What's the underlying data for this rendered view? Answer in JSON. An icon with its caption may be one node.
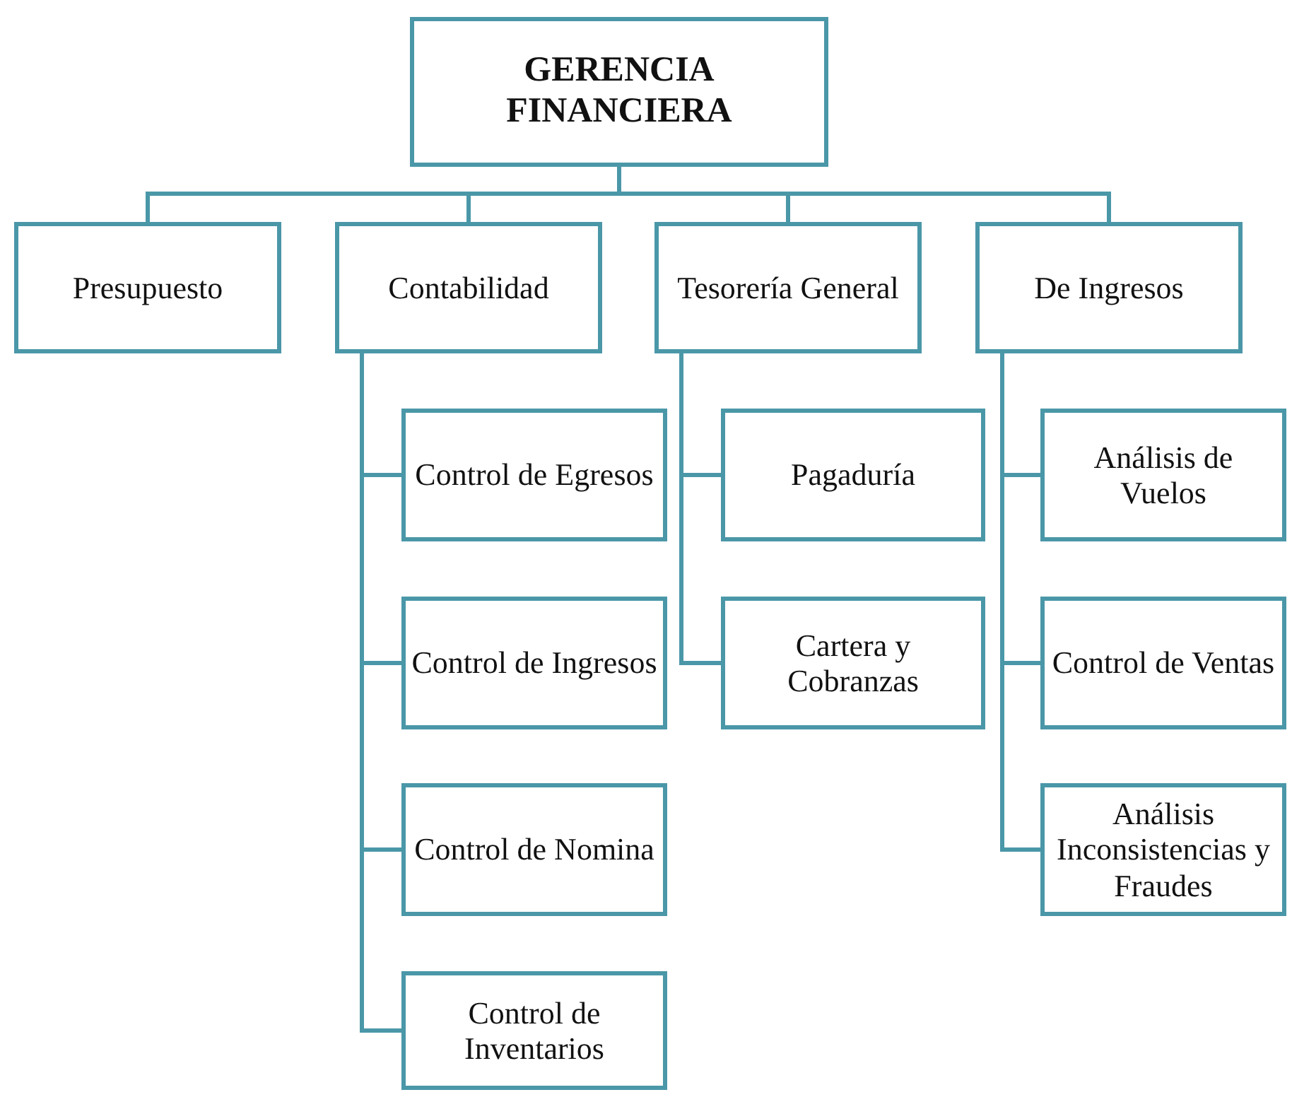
{
  "diagram": {
    "nodes": [
      {
        "text": [
          "GERENCIA FINANCIERA"
        ]
      },
      {
        "text": [
          "Presupuesto"
        ]
      },
      {
        "text": [
          "Contabilidad"
        ]
      },
      {
        "text": [
          "Tesorería General"
        ]
      },
      {
        "text": [
          "De Ingresos"
        ]
      },
      {
        "text": [
          "Control de Egresos"
        ]
      },
      {
        "text": [
          "Control de Ingresos"
        ]
      },
      {
        "text": [
          "Control de Nomina"
        ]
      },
      {
        "text": [
          "Control de Inventarios"
        ]
      },
      {
        "text": [
          "Pagaduría"
        ]
      },
      {
        "text": [
          "Cartera y Cobranzas"
        ]
      },
      {
        "text": [
          "Análisis de Vuelos"
        ]
      },
      {
        "text": [
          "Control de Ventas"
        ]
      },
      {
        "text": [
          "Análisis Inconsistencias y Fraudes"
        ]
      }
    ],
    "edges": [
      {
        "from": 0,
        "to": 1,
        "arrow": "none"
      },
      {
        "from": 0,
        "to": 2,
        "arrow": "none"
      },
      {
        "from": 0,
        "to": 3,
        "arrow": "none"
      },
      {
        "from": 0,
        "to": 4,
        "arrow": "none"
      },
      {
        "from": 2,
        "to": 5,
        "arrow": "none"
      },
      {
        "from": 2,
        "to": 6,
        "arrow": "none"
      },
      {
        "from": 2,
        "to": 7,
        "arrow": "none"
      },
      {
        "from": 2,
        "to": 8,
        "arrow": "none"
      },
      {
        "from": 3,
        "to": 9,
        "arrow": "none"
      },
      {
        "from": 3,
        "to": 10,
        "arrow": "none"
      },
      {
        "from": 4,
        "to": 11,
        "arrow": "none"
      },
      {
        "from": 4,
        "to": 12,
        "arrow": "none"
      },
      {
        "from": 4,
        "to": 13,
        "arrow": "none"
      }
    ]
  }
}
